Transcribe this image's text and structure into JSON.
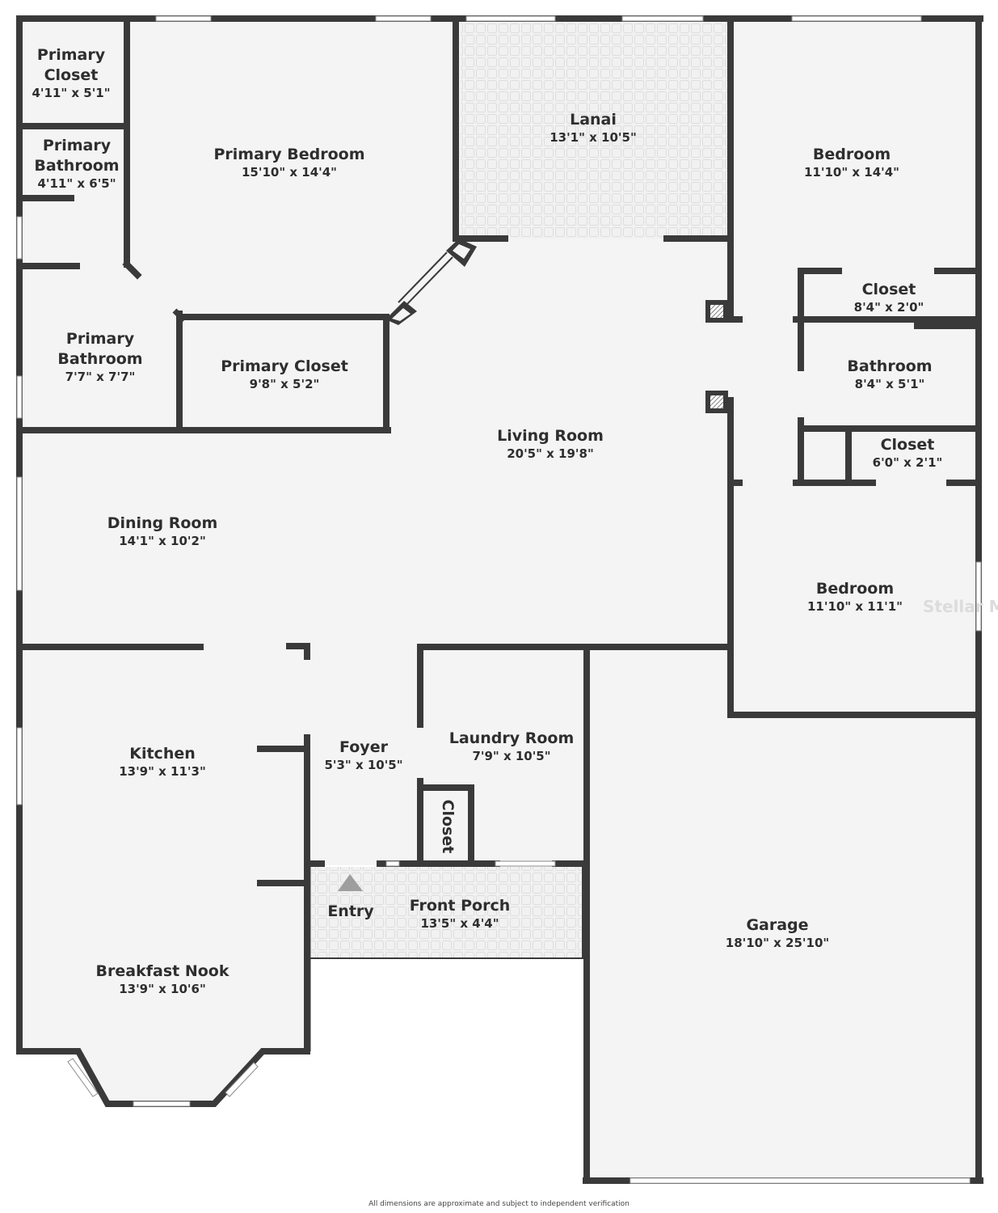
{
  "rooms": {
    "primary_closet_small": {
      "name_line1": "Primary",
      "name_line2": "Closet",
      "dims": "4'11\" x 5'1\""
    },
    "primary_bathroom_small": {
      "name_line1": "Primary",
      "name_line2": "Bathroom",
      "dims": "4'11\" x 6'5\""
    },
    "primary_bedroom": {
      "name": "Primary Bedroom",
      "dims": "15'10\" x 14'4\""
    },
    "lanai": {
      "name": "Lanai",
      "dims": "13'1\" x 10'5\""
    },
    "bedroom_top": {
      "name": "Bedroom",
      "dims": "11'10\" x 14'4\""
    },
    "closet_right_top": {
      "name": "Closet",
      "dims": "8'4\" x 2'0\""
    },
    "bathroom_right": {
      "name": "Bathroom",
      "dims": "8'4\" x 5'1\""
    },
    "closet_right_bottom": {
      "name": "Closet",
      "dims": "6'0\" x 2'1\""
    },
    "primary_bathroom": {
      "name_line1": "Primary",
      "name_line2": "Bathroom",
      "dims": "7'7\" x 7'7\""
    },
    "primary_closet": {
      "name": "Primary Closet",
      "dims": "9'8\" x 5'2\""
    },
    "living_room": {
      "name": "Living Room",
      "dims": "20'5\" x 19'8\""
    },
    "dining_room": {
      "name": "Dining Room",
      "dims": "14'1\" x 10'2\""
    },
    "bedroom_bottom": {
      "name": "Bedroom",
      "dims": "11'10\" x 11'1\""
    },
    "kitchen": {
      "name": "Kitchen",
      "dims": "13'9\" x 11'3\""
    },
    "foyer": {
      "name": "Foyer",
      "dims": "5'3\" x 10'5\""
    },
    "laundry_room": {
      "name": "Laundry Room",
      "dims": "7'9\" x 10'5\""
    },
    "closet_laundry": {
      "name": "Closet"
    },
    "entry": {
      "name": "Entry"
    },
    "front_porch": {
      "name": "Front Porch",
      "dims": "13'5\" x 4'4\""
    },
    "garage": {
      "name": "Garage",
      "dims": "18'10\" x 25'10\""
    },
    "breakfast_nook": {
      "name": "Breakfast Nook",
      "dims": "13'9\" x 10'6\""
    }
  },
  "watermark": "Stellar MLS",
  "disclaimer": "All dimensions are approximate and subject to independent verification",
  "colors": {
    "wall": "#3a3a3a",
    "floor": "#f4f4f4",
    "window": "#ffffff"
  }
}
